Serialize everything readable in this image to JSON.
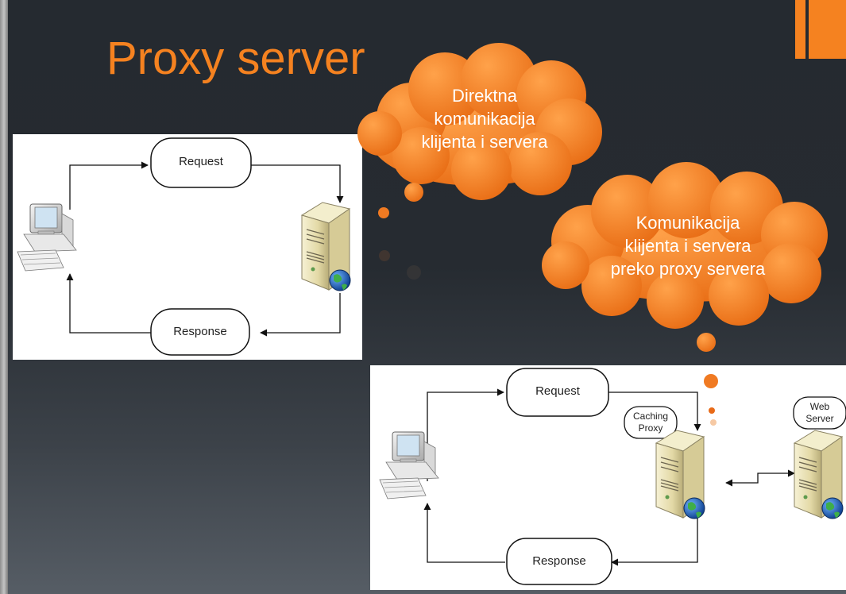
{
  "slide": {
    "title": "Proxy server",
    "accent_color": "#f58220",
    "background_top": "#252a30",
    "background_bottom": "#565d65"
  },
  "callouts": {
    "direct": [
      "Direktna",
      "komunikacija",
      "klijenta i servera"
    ],
    "proxy": [
      "Komunikacija",
      "klijenta i servera",
      "preko proxy servera"
    ]
  },
  "diagram_direct": {
    "request_label": "Request",
    "response_label": "Response",
    "client_icon": "desktop-computer-icon",
    "server_icon": "web-server-icon"
  },
  "diagram_proxy": {
    "request_label": "Request",
    "response_label": "Response",
    "proxy_label": [
      "Caching",
      "Proxy"
    ],
    "web_server_label": [
      "Web",
      "Server"
    ],
    "client_icon": "desktop-computer-icon",
    "proxy_icon": "proxy-server-icon",
    "server_icon": "web-server-icon"
  }
}
